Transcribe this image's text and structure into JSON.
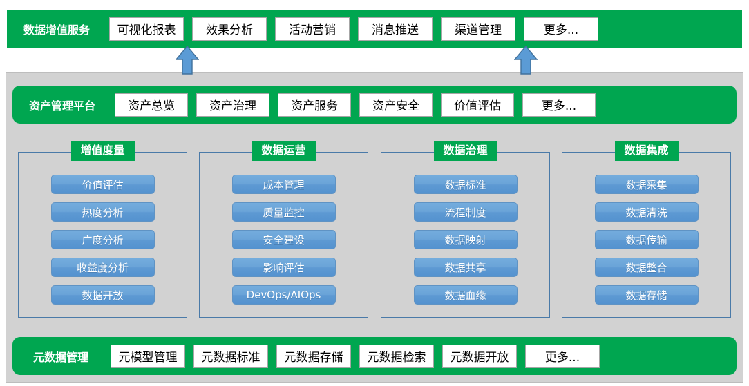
{
  "bars": [
    {
      "id": "value-added",
      "title": "数据增值服务",
      "cells": [
        "可视化报表",
        "效果分析",
        "活动营销",
        "消息推送",
        "渠道管理",
        "更多..."
      ]
    },
    {
      "id": "asset",
      "title": "资产管理平台",
      "cells": [
        "资产总览",
        "资产治理",
        "资产服务",
        "资产安全",
        "价值评估",
        "更多..."
      ]
    },
    {
      "id": "meta",
      "title": "元数据管理",
      "cells": [
        "元模型管理",
        "元数据标准",
        "元数据存储",
        "元数据检索",
        "元数据开放",
        "更多..."
      ]
    }
  ],
  "columns": [
    {
      "header": "增值度量",
      "items": [
        "价值评估",
        "热度分析",
        "广度分析",
        "收益度分析",
        "数据开放"
      ]
    },
    {
      "header": "数据运营",
      "items": [
        "成本管理",
        "质量监控",
        "安全建设",
        "影响评估",
        "DevOps/AIOps"
      ]
    },
    {
      "header": "数据治理",
      "items": [
        "数据标准",
        "流程制度",
        "数据映射",
        "数据共享",
        "数据血缘"
      ]
    },
    {
      "header": "数据集成",
      "items": [
        "数据采集",
        "数据清洗",
        "数据传输",
        "数据整合",
        "数据存储"
      ]
    }
  ],
  "arrows": [
    {
      "name": "arrow-up-left",
      "direction": "up"
    },
    {
      "name": "arrow-up-right",
      "direction": "up"
    }
  ],
  "colors": {
    "green": "#00a650",
    "panel_gray": "#d2d2d2",
    "pill_blue": "#6aa4d8",
    "pill_border": "#5f93c4",
    "arrow_fill": "#5b9bd5",
    "arrow_border": "#41719c",
    "column_border": "#4a7aa8",
    "cell_border": "#a6a6a6",
    "white": "#ffffff"
  }
}
